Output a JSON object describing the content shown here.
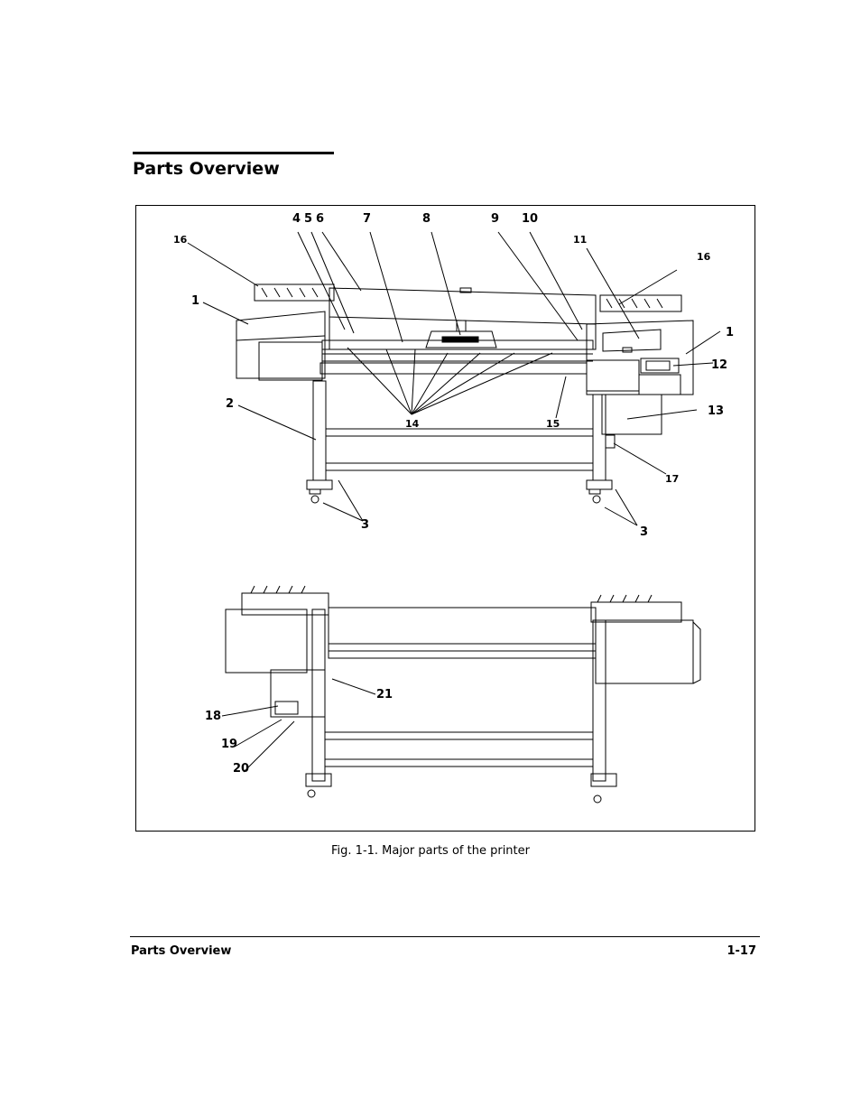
{
  "header": {
    "title": "Parts Overview"
  },
  "figure": {
    "labels_front": [
      "1",
      "1",
      "2",
      "3",
      "3",
      "4",
      "5",
      "6",
      "7",
      "8",
      "9",
      "10",
      "11",
      "12",
      "13",
      "14",
      "15",
      "16",
      "16",
      "17"
    ],
    "labels_rear": [
      "18",
      "19",
      "20",
      "21"
    ],
    "caption": "Fig. 1-1. Major parts of the printer"
  },
  "footer": {
    "left": "Parts Overview",
    "right": "1-17"
  }
}
